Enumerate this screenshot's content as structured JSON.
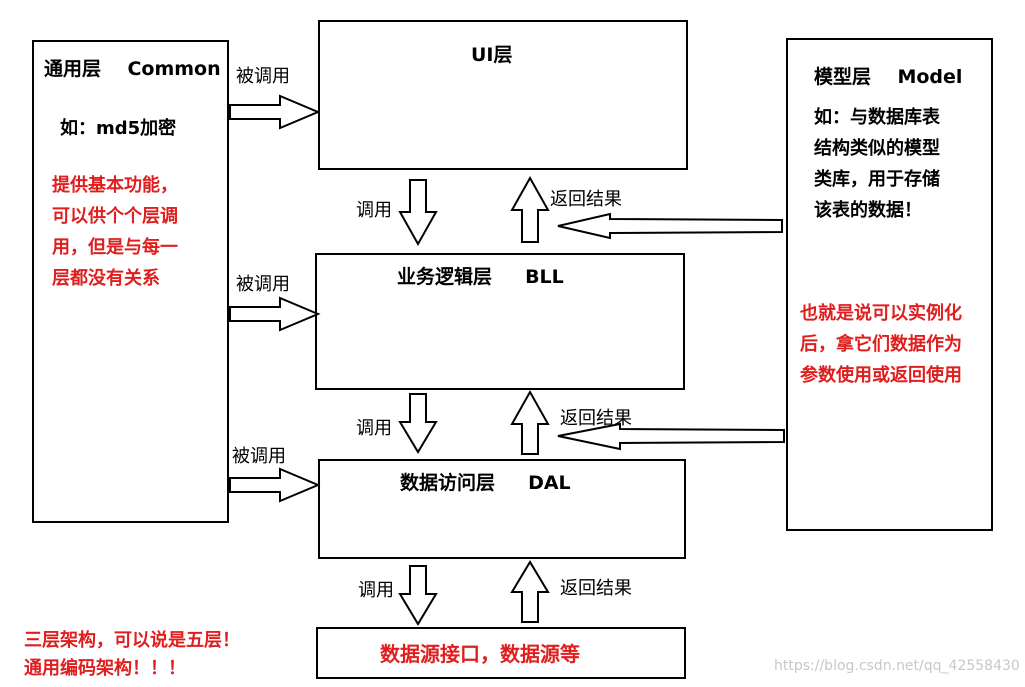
{
  "common": {
    "title": "通用层    Common",
    "example": "如：md5加密",
    "desc_lines": [
      "提供基本功能，",
      "可以供个个层调",
      "用，但是与每一",
      "层都没有关系"
    ]
  },
  "ui": {
    "title": "UI层"
  },
  "bll": {
    "title": "业务逻辑层     BLL"
  },
  "dal": {
    "title": "数据访问层     DAL"
  },
  "datasource": {
    "title": "数据源接口，数据源等"
  },
  "model": {
    "title": "模型层    Model",
    "example_lines": [
      "如：与数据库表",
      "结构类似的模型",
      "类库，用于存储",
      "该表的数据！"
    ],
    "desc_lines": [
      "也就是说可以实例化",
      "后，拿它们数据作为",
      "参数使用或返回使用"
    ]
  },
  "labels": {
    "called_1": "被调用",
    "called_2": "被调用",
    "called_3": "被调用",
    "call_1": "调用",
    "call_2": "调用",
    "call_3": "调用",
    "return_1": "返回结果",
    "return_2": "返回结果",
    "return_3": "返回结果"
  },
  "footer_lines": [
    "三层架构，可以说是五层！",
    "通用编码架构！！！"
  ],
  "watermark": "https://blog.csdn.net/qq_42558430"
}
